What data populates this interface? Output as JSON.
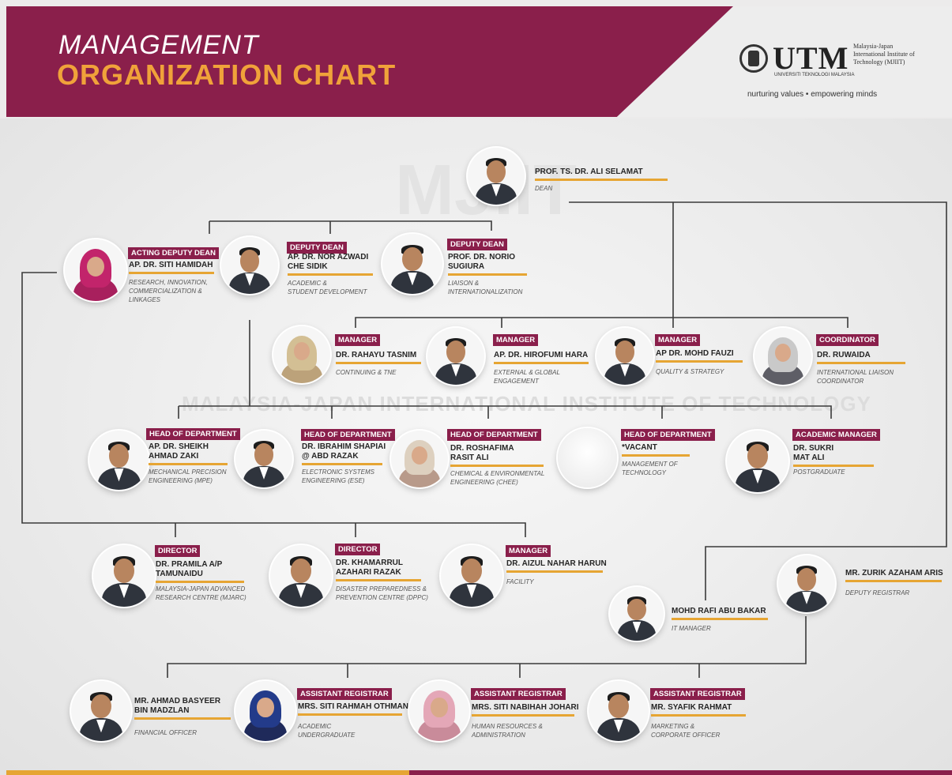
{
  "header": {
    "title_line1": "MANAGEMENT",
    "title_line2": "ORGANIZATION CHART"
  },
  "logo": {
    "wordmark": "UTM",
    "university": "UNIVERSITI TEKNOLOGI MALAYSIA",
    "institute": "Malaysia-Japan International Institute of Technology (MJIIT)",
    "tagline": "nurturing values • empowering minds"
  },
  "watermark": {
    "big": "MJIIT",
    "band": "MALAYSIA-JAPAN INTERNATIONAL INSTITUTE OF TECHNOLOGY"
  },
  "colors": {
    "maroon": "#8a1f4b",
    "gold": "#e6a533",
    "bg": "#ecebeb"
  },
  "people": {
    "dean": {
      "badge": "",
      "name": "PROF. TS. DR. ALI SELAMAT",
      "role": "DEAN"
    },
    "acting_deputy_dean": {
      "badge": "ACTING DEPUTY DEAN",
      "name": "AP. DR. SITI HAMIDAH",
      "role": "RESEARCH, INNOVATION,\nCOMMERCIALIZATION &\nLINKAGES"
    },
    "deputy_dean_academic": {
      "badge": "DEPUTY DEAN",
      "name": "AP. DR. NOR AZWADI\nCHE SIDIK",
      "role": "ACADEMIC &\nSTUDENT DEVELOPMENT"
    },
    "deputy_dean_liaison": {
      "badge": "DEPUTY DEAN",
      "name": "PROF. DR. NORIO\nSUGIURA",
      "role": "LIAISON &\nINTERNATIONALIZATION"
    },
    "manager_continuing": {
      "badge": "MANAGER",
      "name": "DR. RAHAYU TASNIM",
      "role": "CONTINUING & TNE"
    },
    "manager_external": {
      "badge": "MANAGER",
      "name": "AP. DR. HIROFUMI HARA",
      "role": "EXTERNAL & GLOBAL\nENGAGEMENT"
    },
    "manager_quality": {
      "badge": "MANAGER",
      "name": "AP DR. MOHD FAUZI",
      "role": "QUALITY & STRATEGY"
    },
    "coordinator": {
      "badge": "COORDINATOR",
      "name": "DR. RUWAIDA",
      "role": "INTERNATIONAL LIAISON\nCOORDINATOR"
    },
    "hod_mpe": {
      "badge": "HEAD OF DEPARTMENT",
      "name": "AP. DR. SHEIKH\nAHMAD ZAKI",
      "role": "MECHANICAL PRECISION\nENGINEERING (MPE)"
    },
    "hod_ese": {
      "badge": "HEAD OF DEPARTMENT",
      "name": "DR. IBRAHIM SHAPIAI\n@ ABD RAZAK",
      "role": "ELECTRONIC SYSTEMS\nENGINEERING (ESE)"
    },
    "hod_chee": {
      "badge": "HEAD OF DEPARTMENT",
      "name": "DR. ROSHAFIMA\nRASIT ALI",
      "role": "CHEMICAL & ENVIRONMENTAL\nENGINEERING (CHEE)"
    },
    "hod_mot": {
      "badge": "HEAD OF DEPARTMENT",
      "name": "*VACANT",
      "role": "MANAGEMENT OF\nTECHNOLOGY"
    },
    "academic_manager": {
      "badge": "ACADEMIC MANAGER",
      "name": "DR. SUKRI\nMAT ALI",
      "role": "POSTGRADUATE"
    },
    "director_mjarc": {
      "badge": "DIRECTOR",
      "name": "DR. PRAMILA A/P\nTAMUNAIDU",
      "role": "MALAYSIA-JAPAN ADVANCED\nRESEARCH CENTRE (MJARC)"
    },
    "director_dppc": {
      "badge": "DIRECTOR",
      "name": "DR. KHAMARRUL\nAZAHARI RAZAK",
      "role": "DISASTER PREPAREDNESS &\nPREVENTION CENTRE (DPPC)"
    },
    "manager_facility": {
      "badge": "MANAGER",
      "name": "DR. AIZUL NAHAR HARUN",
      "role": "FACILITY"
    },
    "it_manager": {
      "badge": "",
      "name": "MOHD RAFI ABU BAKAR",
      "role": "IT MANAGER"
    },
    "deputy_registrar": {
      "badge": "",
      "name": "MR. ZURIK AZAHAM ARIS",
      "role": "DEPUTY REGISTRAR"
    },
    "financial_officer": {
      "badge": "",
      "name": "MR. AHMAD BASYEER\nBIN MADZLAN",
      "role": "FINANCIAL OFFICER"
    },
    "ar_academic": {
      "badge": "ASSISTANT REGISTRAR",
      "name": "MRS. SITI RAHMAH OTHMAN",
      "role": "ACADEMIC\nUNDERGRADUATE"
    },
    "ar_hr": {
      "badge": "ASSISTANT REGISTRAR",
      "name": "MRS. SITI NABIHAH JOHARI",
      "role": "HUMAN RESOURCES &\nADMINISTRATION"
    },
    "ar_marketing": {
      "badge": "ASSISTANT REGISTRAR",
      "name": "MR. SYAFIK RAHMAT",
      "role": "MARKETING &\nCORPORATE OFFICER"
    }
  }
}
